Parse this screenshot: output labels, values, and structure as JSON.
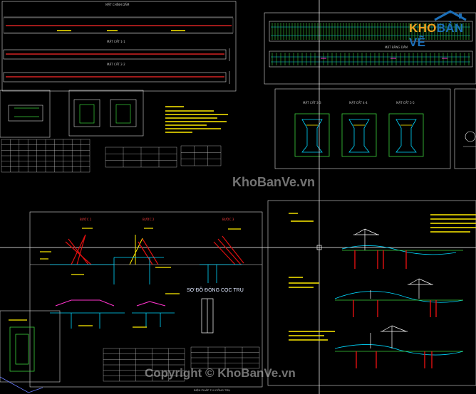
{
  "views": {
    "mat_chinh_dam": "MẶT CHÍNH DẦM",
    "mat_cat_1_1": "MẶT CẮT 1-1",
    "mat_cat_2_2": "MẶT CẮT 2-2",
    "mat_bang_dam": "MẶT BẰNG DẦM",
    "mat_cat_a": "MẶT CẮT 3-3",
    "mat_cat_b": "MẶT CẮT 4-4",
    "mat_cat_c": "MẶT CẮT 5-5",
    "buoc_1": "BƯỚC 1",
    "buoc_2": "BƯỚC 2",
    "buoc_3": "BƯỚC 3",
    "so_do_dong_coc": "SƠ ĐỒ ĐÓNG CỌC TRỤ",
    "bottom_title": "BIỆN PHÁP THI CÔNG TRỤ"
  },
  "watermarks": {
    "center": "KhoBanVe.vn",
    "bottom": "Copyright © KhoBanVe.vn"
  },
  "logo": {
    "part1": "KHO",
    "part2": "BẢN VẼ"
  },
  "colors": {
    "background": "#000000",
    "annotation_yellow": "#ffee00",
    "rebar_red": "#ff2a2a",
    "line_cyan": "#00d8ff",
    "line_green": "#3bd03b",
    "crane_red": "#e01010",
    "pile_magenta": "#ff33cc"
  }
}
